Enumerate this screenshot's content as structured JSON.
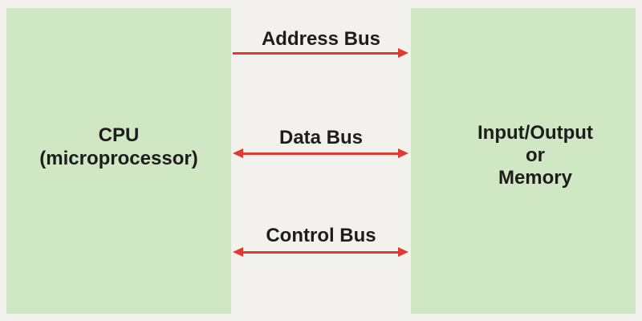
{
  "diagram": {
    "blocks": {
      "cpu": {
        "lines": [
          "CPU",
          "(microprocessor)"
        ]
      },
      "io": {
        "lines": [
          "Input/Output",
          "or",
          "Memory"
        ]
      }
    },
    "buses": [
      {
        "label": "Address Bus",
        "direction": "right"
      },
      {
        "label": "Data Bus",
        "direction": "both"
      },
      {
        "label": "Control Bus",
        "direction": "both"
      }
    ],
    "colors": {
      "background": "#f2f1ee",
      "block_fill": "#d0e7c4",
      "arrow": "#e03a32",
      "text": "#1d1d1b"
    }
  }
}
